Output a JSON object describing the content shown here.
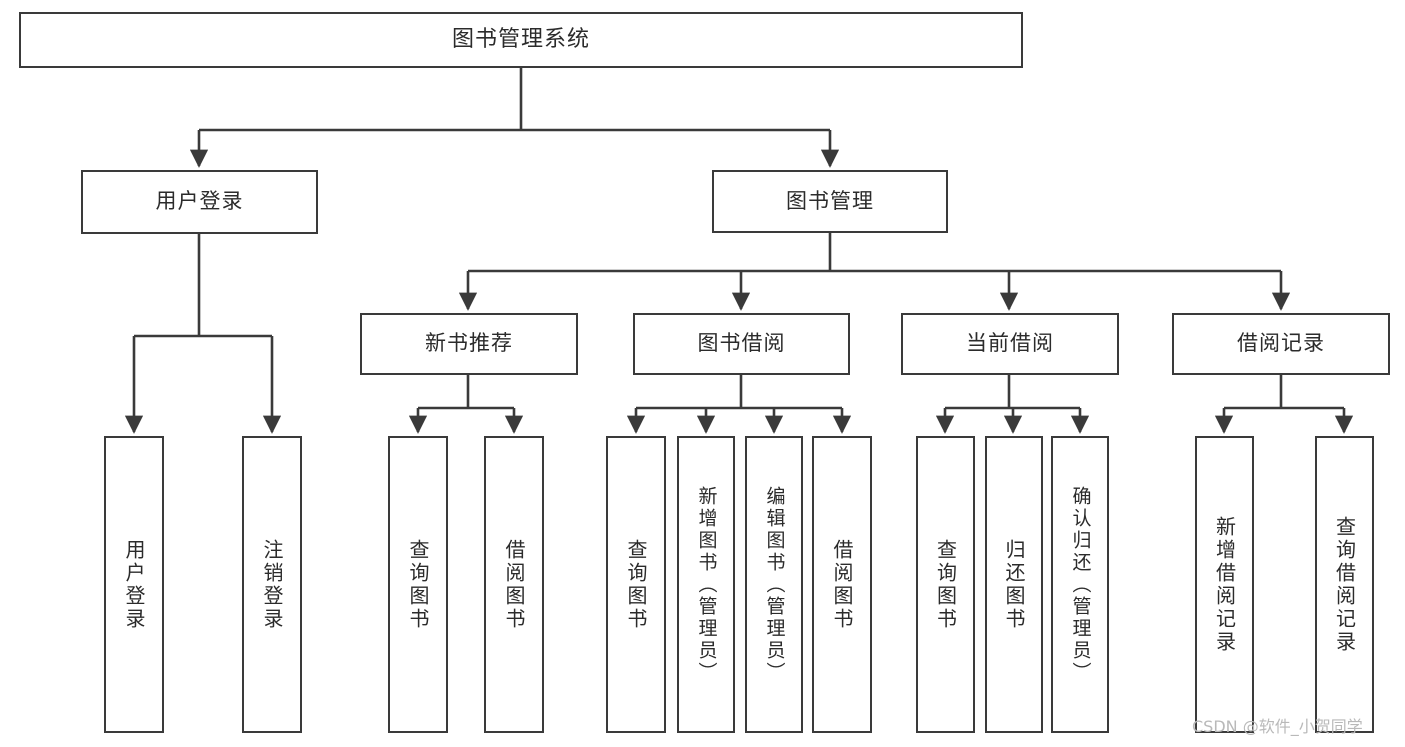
{
  "diagram": {
    "type": "tree-hierarchy",
    "title": "图书管理系统",
    "orientation": "top-down",
    "line_color": "#3a3a3a",
    "box_fill": "#ffffff",
    "text_color": "#2b2b2b",
    "levels": 3
  },
  "root": {
    "label": "图书管理系统"
  },
  "level2": [
    {
      "label": "用户登录"
    },
    {
      "label": "图书管理"
    }
  ],
  "level3": [
    {
      "label": "新书推荐"
    },
    {
      "label": "图书借阅"
    },
    {
      "label": "当前借阅"
    },
    {
      "label": "借阅记录"
    }
  ],
  "leaves": {
    "user_login": [
      {
        "label": "用户登录"
      },
      {
        "label": "注销登录"
      }
    ],
    "new_book_recommend": [
      {
        "label": "查询图书"
      },
      {
        "label": "借阅图书"
      }
    ],
    "book_borrow": [
      {
        "label": "查询图书"
      },
      {
        "label": "新增图书（管理员）"
      },
      {
        "label": "编辑图书（管理员）"
      },
      {
        "label": "借阅图书"
      }
    ],
    "current_borrow": [
      {
        "label": "查询图书"
      },
      {
        "label": "归还图书"
      },
      {
        "label": "确认归还（管理员）"
      }
    ],
    "borrow_record": [
      {
        "label": "新增借阅记录"
      },
      {
        "label": "查询借阅记录"
      }
    ]
  },
  "watermark": {
    "text": "CSDN @软件_小贺同学"
  }
}
